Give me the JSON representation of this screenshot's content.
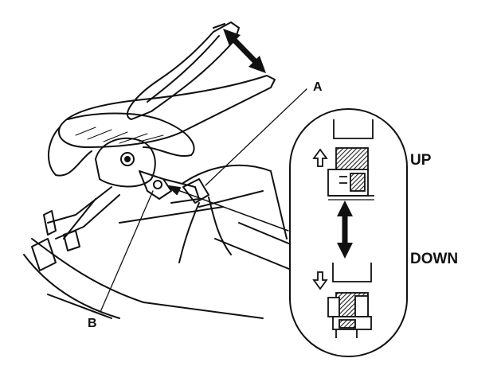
{
  "callouts": {
    "a": "A",
    "b": "B"
  },
  "detail": {
    "up_label": "UP",
    "down_label": "DOWN"
  },
  "colors": {
    "ink": "#111111",
    "paper": "#ffffff",
    "hatch": "#555555"
  },
  "icons": {
    "motion_arrow": "double-headed-arrow",
    "up_arrow": "hollow-up-arrow",
    "down_arrow": "hollow-down-arrow"
  }
}
